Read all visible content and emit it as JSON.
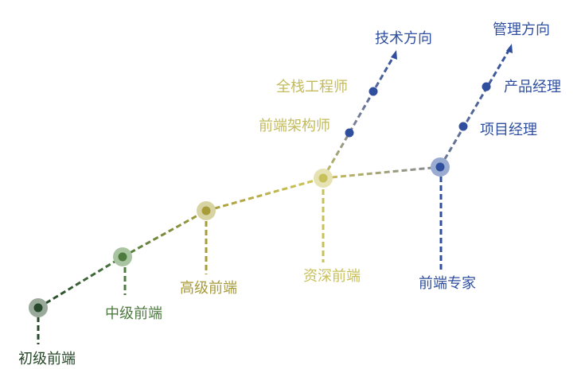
{
  "stages": [
    {
      "label": "初级前端",
      "color": "#27472a",
      "halo": "#9aaa9a"
    },
    {
      "label": "中级前端",
      "color": "#4d7a3f",
      "halo": "#a8c4a0"
    },
    {
      "label": "高级前端",
      "color": "#a79b3a",
      "halo": "#d8d3a2"
    },
    {
      "label": "资深前端",
      "color": "#c8c05a",
      "halo": "#e6e2b4"
    },
    {
      "label": "前端专家",
      "color": "#2f4f9e",
      "halo": "#9aabd2"
    }
  ],
  "tech_branch": {
    "direction_label": "技术方向",
    "label_color": "#c3bb5e",
    "direction_color": "#2f4f9e",
    "nodes": [
      "前端架构师",
      "全栈工程师"
    ]
  },
  "management_branch": {
    "direction_label": "管理方向",
    "color": "#2f4f9e",
    "nodes": [
      "项目经理",
      "产品经理"
    ]
  }
}
